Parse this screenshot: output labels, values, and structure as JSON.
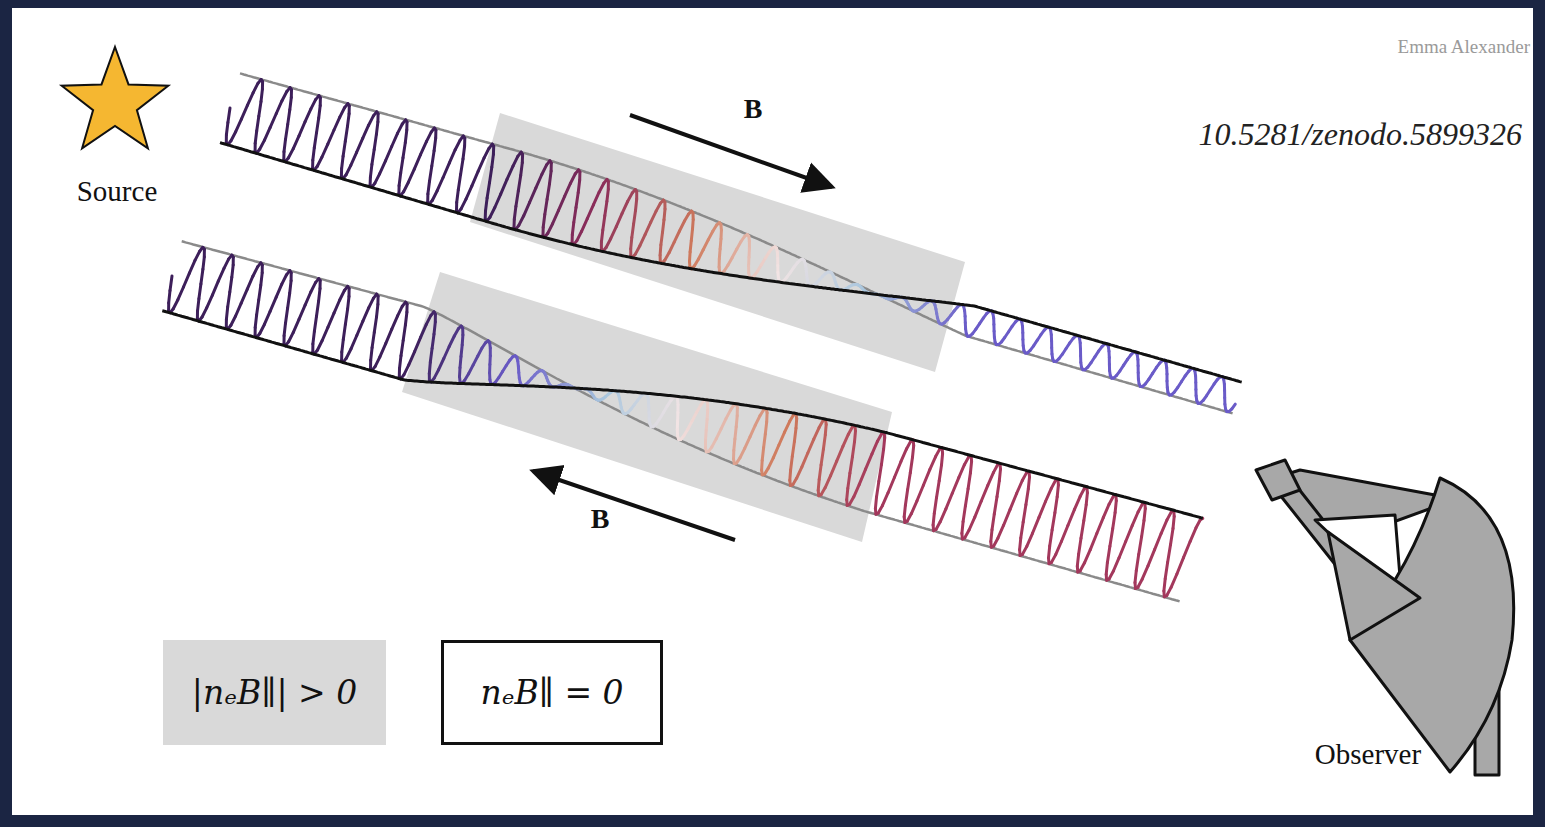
{
  "diagram": {
    "labels": [
      "Emma Alexander",
      "10.5281/zenodo.5899326",
      "Source",
      "B",
      "B",
      "Observer"
    ],
    "legend": [
      {
        "text": "|nₑB∥| > 0",
        "color": "#d9d9d9"
      },
      {
        "text": "nₑB∥ = 0",
        "color": "#ffffff"
      }
    ]
  }
}
